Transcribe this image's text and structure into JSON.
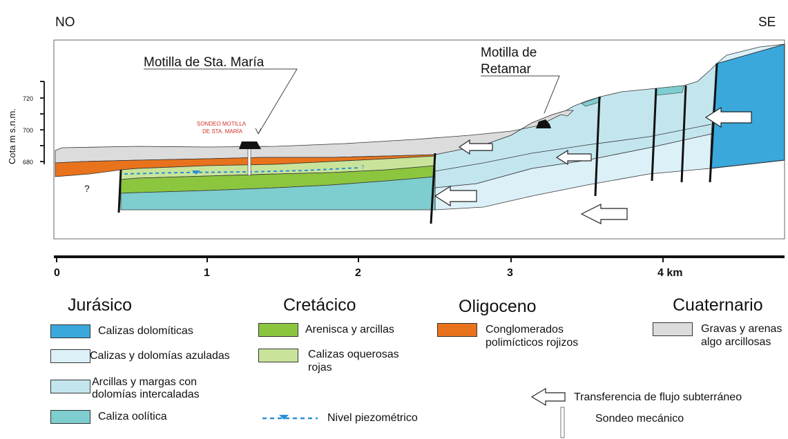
{
  "direction": {
    "left": "NO",
    "right": "SE"
  },
  "y_axis": {
    "label": "Cota m s.n.m.",
    "ticks": [
      "720",
      "700",
      "680"
    ]
  },
  "labels": {
    "motilla_sta_maria": "Motilla de Sta. María",
    "motilla_retamar_line1": "Motilla de",
    "motilla_retamar_line2": "Retamar",
    "sondeo_line1": "SONDEO MOTILLA",
    "sondeo_line2": "DE STA. MARÍA",
    "unknown_left": "?",
    "unknown_piezo": "?"
  },
  "scale": {
    "ticks": [
      "0",
      "1",
      "2",
      "3",
      "4 km"
    ]
  },
  "legend": {
    "jurasico": {
      "title": "Jurásico",
      "items": [
        {
          "label": "Calizas dolomíticas",
          "color": "#3aa8db"
        },
        {
          "label": "Calizas y dolomías azuladas",
          "color": "#dcf0f8"
        },
        {
          "label1": "Arcillas y margas con",
          "label2": "dolomías intercaladas",
          "color": "#c3e6ee"
        },
        {
          "label": "Caliza oolítica",
          "color": "#7ecdcf"
        }
      ]
    },
    "cretacico": {
      "title": "Cretácico",
      "items": [
        {
          "label": "Arenisca y arcillas",
          "color": "#8cc63f"
        },
        {
          "label1": "Calizas oquerosas",
          "label2": "rojas",
          "color": "#c9e49a"
        }
      ]
    },
    "oligoceno": {
      "title": "Oligoceno",
      "items": [
        {
          "label1": "Conglomerados",
          "label2": "polimícticos rojizos",
          "color": "#e8731c"
        }
      ]
    },
    "cuaternario": {
      "title": "Cuaternario",
      "items": [
        {
          "label1": "Gravas y arenas",
          "label2": "algo arcillosas",
          "color": "#dcdcdc"
        }
      ]
    },
    "flow_label": "Transferencia de flujo subterráneo",
    "piezo_label": "Nivel piezométrico",
    "sondeo_label": "Sondeo mecánico"
  }
}
